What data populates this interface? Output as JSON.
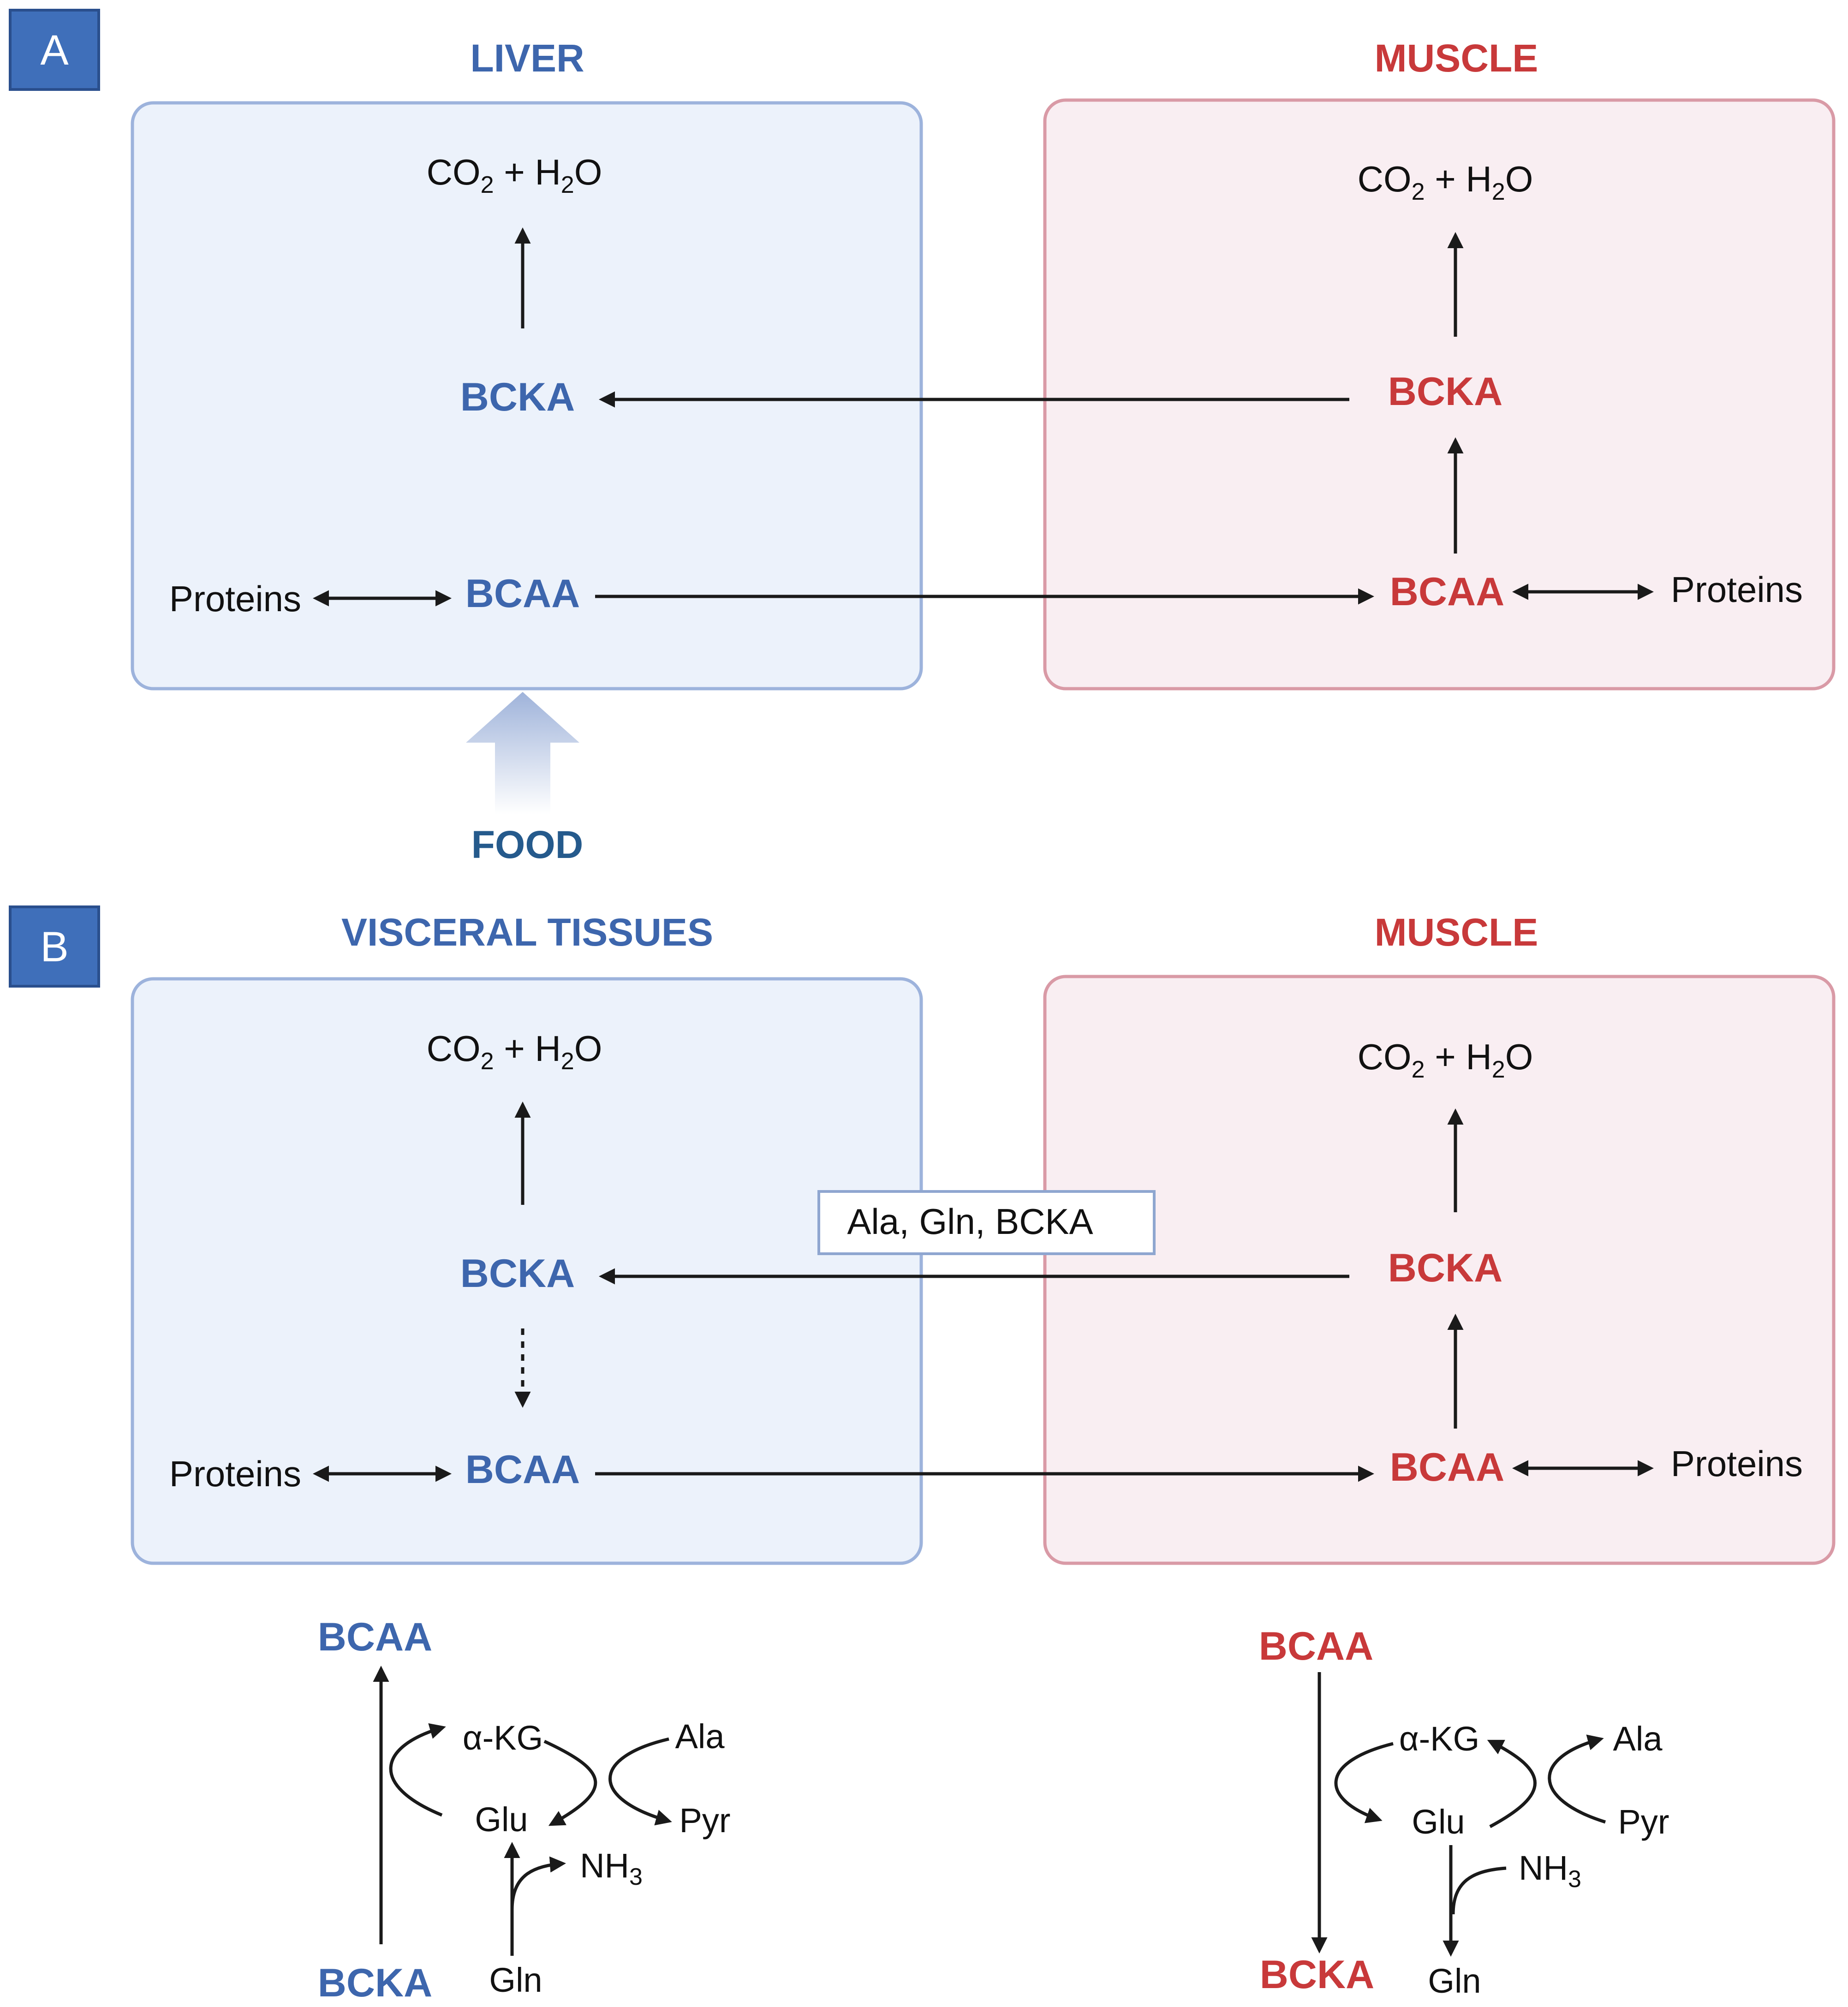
{
  "panel_a": {
    "label": "A",
    "left_title": "LIVER",
    "right_title": "MUSCLE",
    "left": {
      "product": "CO",
      "product_sub": "2",
      "product_rest": " + H",
      "product_sub2": "2",
      "product_end": "O",
      "bcka": "BCKA",
      "bcaa": "BCAA",
      "proteins": "Proteins"
    },
    "right": {
      "product": "CO",
      "product_sub": "2",
      "product_rest": " + H",
      "product_sub2": "2",
      "product_end": "O",
      "bcka": "BCKA",
      "bcaa": "BCAA",
      "proteins": "Proteins"
    },
    "food": "FOOD"
  },
  "panel_b": {
    "label": "B",
    "left_title": "VISCERAL TISSUES",
    "right_title": "MUSCLE",
    "left": {
      "product": "CO",
      "product_sub": "2",
      "product_rest": " + H",
      "product_sub2": "2",
      "product_end": "O",
      "bcka": "BCKA",
      "bcaa": "BCAA",
      "proteins": "Proteins"
    },
    "right": {
      "product": "CO",
      "product_sub": "2",
      "product_rest": " + H",
      "product_sub2": "2",
      "product_end": "O",
      "bcka": "BCKA",
      "bcaa": "BCAA",
      "proteins": "Proteins"
    },
    "transfer_label": "Ala, Gln, BCKA"
  },
  "bottom_left": {
    "bcaa": "BCAA",
    "bcka": "BCKA",
    "akg": "α-KG",
    "glu": "Glu",
    "ala": "Ala",
    "pyr": "Pyr",
    "nh3": "NH",
    "nh3_sub": "3",
    "gln": "Gln"
  },
  "bottom_right": {
    "bcaa": "BCAA",
    "bcka": "BCKA",
    "akg": "α-KG",
    "glu": "Glu",
    "ala": "Ala",
    "pyr": "Pyr",
    "nh3": "NH",
    "nh3_sub": "3",
    "gln": "Gln"
  },
  "colors": {
    "visceral_blue": "#3d66ad",
    "muscle_red": "#c8393a",
    "blue_box_fill": "#ecf2fb",
    "blue_box_stroke": "#9db3dc",
    "red_box_fill": "#f9eef2",
    "red_box_stroke": "#d99aa6",
    "label_badge": "#3f6fba",
    "food_title": "#255a8c"
  }
}
